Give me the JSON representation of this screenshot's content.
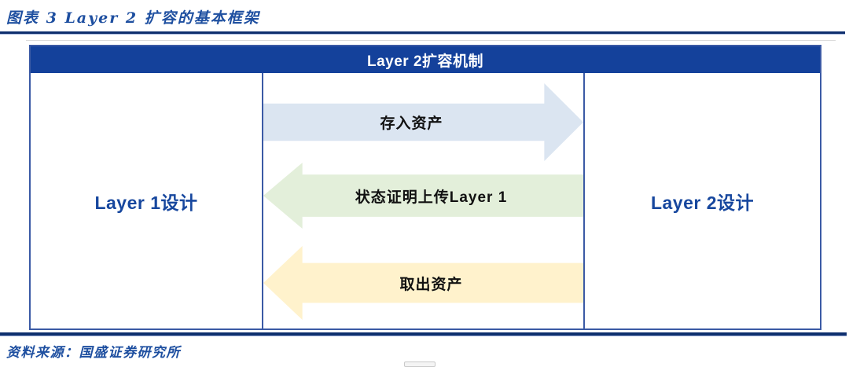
{
  "caption": {
    "text": "图表 3 Layer 2 扩容的基本框架"
  },
  "figure": {
    "header": "Layer 2扩容机制",
    "left_panel": "Layer 1设计",
    "right_panel": "Layer 2设计",
    "arrows": [
      {
        "label": "存入资产",
        "direction": "right",
        "fill": "#dbe5f1"
      },
      {
        "label": "状态证明上传Layer 1",
        "direction": "left",
        "fill": "#e3efda"
      },
      {
        "label": "取出资产",
        "direction": "left",
        "fill": "#fff2cc"
      }
    ]
  },
  "source": {
    "text": "资料来源：国盛证券研究所"
  },
  "colors": {
    "header_bg": "#14419b",
    "border_blue": "#3b5aa5",
    "caption_blue": "#1e4fa0",
    "panel_text_blue": "#17479e",
    "rule_navy": "#0e2f6e"
  }
}
